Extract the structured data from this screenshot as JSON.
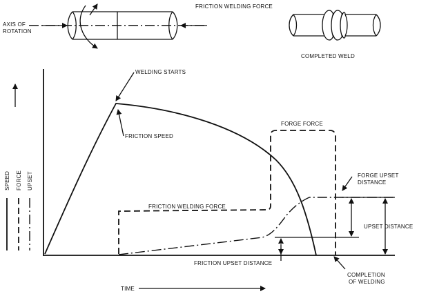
{
  "top": {
    "friction_welding_force": "FRICTION WELDING FORCE",
    "axis_of_rotation_line1": "AXIS OF",
    "axis_of_rotation_line2": "ROTATION",
    "completed_weld": "COMPLETED WELD"
  },
  "legend": {
    "speed": "SPEED",
    "force": "FORCE",
    "upset": "UPSET"
  },
  "labels": {
    "welding_starts": "WELDING STARTS",
    "friction_speed": "FRICTION SPEED",
    "forge_force": "FORGE FORCE",
    "friction_welding_force": "FRICTION WELDING FORCE",
    "forge_upset_distance_line1": "FORGE UPSET",
    "forge_upset_distance_line2": "DISTANCE",
    "upset_distance": "UPSET DISTANCE",
    "friction_upset_distance": "FRICTION UPSET DISTANCE",
    "completion_line1": "COMPLETION",
    "completion_line2": "OF WELDING",
    "time": "TIME"
  }
}
